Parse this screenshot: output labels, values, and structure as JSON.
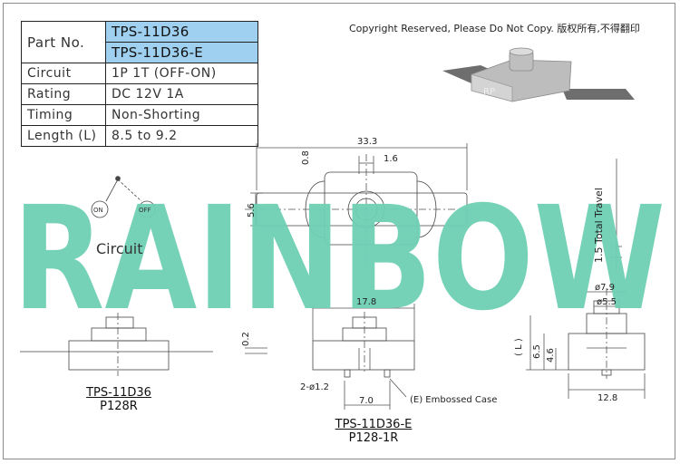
{
  "copyright": "Copyright Reserved, Please Do Not Copy. 版权所有,不得翻印",
  "spec": {
    "part_label": "Part No.",
    "part_numbers": [
      "TPS-11D36",
      "TPS-11D36-E"
    ],
    "rows": [
      {
        "label": "Circuit",
        "value": "1P 1T (OFF-ON)"
      },
      {
        "label": "Rating",
        "value": "DC 12V 1A"
      },
      {
        "label": "Timing",
        "value": "Non-Shorting"
      },
      {
        "label": "Length (L)",
        "value": "8.5 to 9.2"
      }
    ]
  },
  "watermark": "RAINBOW",
  "photo_marking": "RP",
  "circuit": {
    "on": "ON",
    "off": "OFF",
    "label": "Circuit"
  },
  "dims": {
    "overall": "33.3",
    "d08": "0.8",
    "d16": "1.6",
    "d56": "5.6",
    "travel": "1.5 Total Travel",
    "d178": "17.8",
    "d02": "0.2",
    "d2phi": "2-ø1.2",
    "d70": "7.0",
    "embossed": "(E)  Embossed Case",
    "d79": "ø7.9",
    "d55": "ø5.5",
    "dL": "( L )",
    "d65": "6.5",
    "d46": "4.6",
    "d128": "12.8"
  },
  "models": {
    "m1_name": "TPS-11D36",
    "m1_code": "P128R",
    "m2_name": "TPS-11D36-E",
    "m2_code": "P128-1R"
  },
  "colors": {
    "accent": "#9fd0ef",
    "watermark": "#6fd0b4"
  }
}
